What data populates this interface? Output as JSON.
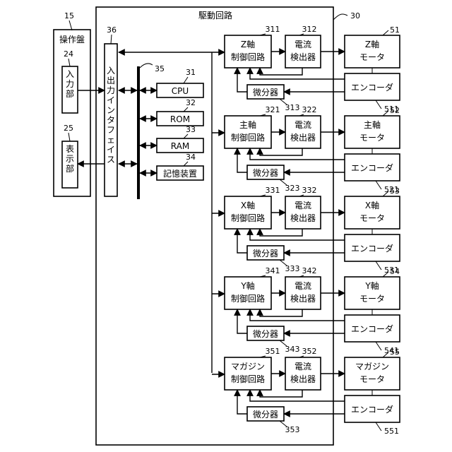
{
  "drive_circuit": {
    "label": "駆動回路",
    "ref": "30"
  },
  "operation_panel": {
    "label": "操作盤",
    "ref": "15"
  },
  "input_unit": {
    "label": "入力部",
    "ref": "24"
  },
  "display_unit": {
    "label": "表示部",
    "ref": "25"
  },
  "io_interface": {
    "label": "入出力インタフェイス",
    "ref": "36"
  },
  "bus": {
    "ref": "35"
  },
  "cpu": {
    "label": "CPU",
    "ref": "31"
  },
  "rom": {
    "label": "ROM",
    "ref": "32"
  },
  "ram": {
    "label": "RAM",
    "ref": "33"
  },
  "storage": {
    "label": "記憶装置",
    "ref": "34"
  },
  "current_detector_label": [
    "電流",
    "検出器"
  ],
  "differentiator_label": "微分器",
  "encoder_label": "エンコーダ",
  "motor_word": "モータ",
  "control_word": "制御回路",
  "axes": [
    {
      "axis": "Z軸",
      "ctrl_ref": "311",
      "det_ref": "312",
      "diff_ref": "313",
      "motor_ref": "51",
      "enc_ref": "511"
    },
    {
      "axis": "主軸",
      "ctrl_ref": "321",
      "det_ref": "322",
      "diff_ref": "323",
      "motor_ref": "52",
      "enc_ref": "521"
    },
    {
      "axis": "X軸",
      "ctrl_ref": "331",
      "det_ref": "332",
      "diff_ref": "333",
      "motor_ref": "53",
      "enc_ref": "531"
    },
    {
      "axis": "Y軸",
      "ctrl_ref": "341",
      "det_ref": "342",
      "diff_ref": "343",
      "motor_ref": "54",
      "enc_ref": "541"
    },
    {
      "axis": "マガジン",
      "ctrl_ref": "351",
      "det_ref": "352",
      "diff_ref": "353",
      "motor_ref": "55",
      "enc_ref": "551"
    }
  ]
}
